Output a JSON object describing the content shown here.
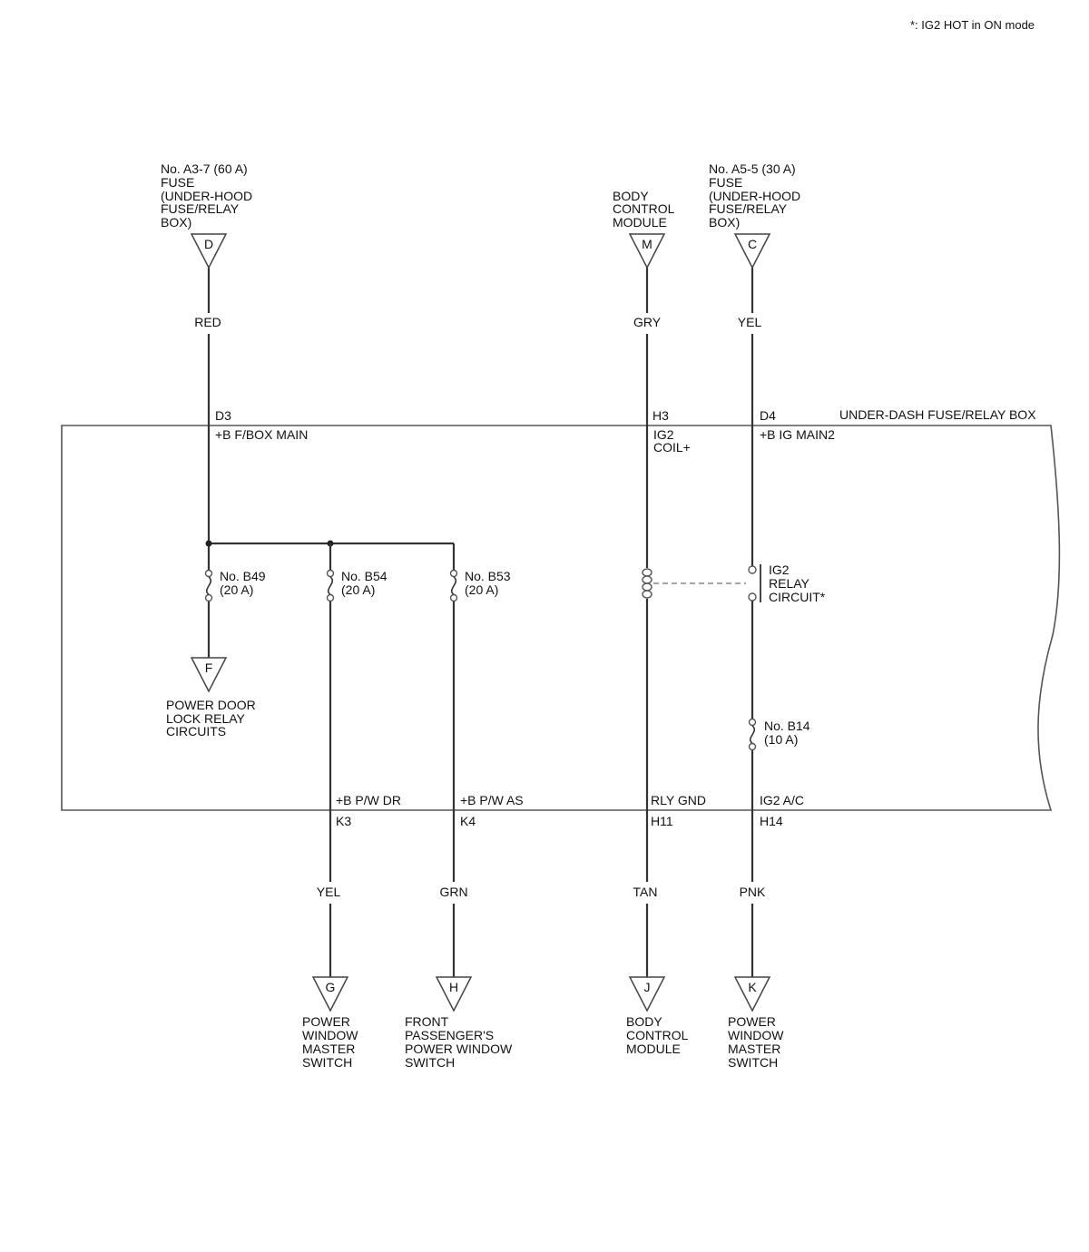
{
  "note": "*: IG2 HOT in ON mode",
  "box_label": "UNDER-DASH FUSE/RELAY BOX",
  "top_sources": [
    {
      "letter": "D",
      "lines": [
        "No. A3-7 (60 A)",
        "FUSE",
        "(UNDER-HOOD",
        "FUSE/RELAY",
        "BOX)"
      ],
      "wire_color": "RED",
      "pin": "D3",
      "terminal": [
        "+B F/BOX MAIN"
      ]
    },
    {
      "letter": "M",
      "lines": [
        "BODY",
        "CONTROL",
        "MODULE"
      ],
      "wire_color": "GRY",
      "pin": "H3",
      "terminal": [
        "IG2",
        "COIL+"
      ]
    },
    {
      "letter": "C",
      "lines": [
        "No. A5-5 (30 A)",
        "FUSE",
        "(UNDER-HOOD",
        "FUSE/RELAY",
        "BOX)"
      ],
      "wire_color": "YEL",
      "pin": "D4",
      "terminal": [
        "+B IG MAIN2"
      ]
    }
  ],
  "fuses": [
    {
      "name": "No. B49",
      "rating": "(20 A)"
    },
    {
      "name": "No. B54",
      "rating": "(20 A)"
    },
    {
      "name": "No. B53",
      "rating": "(20 A)"
    },
    {
      "name": "No. B14",
      "rating": "(10 A)"
    }
  ],
  "relay": {
    "lines": [
      "IG2",
      "RELAY",
      "CIRCUIT*"
    ]
  },
  "internal_output": {
    "letter": "F",
    "lines": [
      "POWER DOOR",
      "LOCK RELAY",
      "CIRCUITS"
    ]
  },
  "bottom_outputs": [
    {
      "terminal": "+B P/W DR",
      "pin": "K3",
      "wire_color": "YEL",
      "letter": "G",
      "lines": [
        "POWER",
        "WINDOW",
        "MASTER",
        "SWITCH"
      ]
    },
    {
      "terminal": "+B P/W AS",
      "pin": "K4",
      "wire_color": "GRN",
      "letter": "H",
      "lines": [
        "FRONT",
        "PASSENGER'S",
        "POWER WINDOW",
        "SWITCH"
      ]
    },
    {
      "terminal": "RLY GND",
      "pin": "H11",
      "wire_color": "TAN",
      "letter": "J",
      "lines": [
        "BODY",
        "CONTROL",
        "MODULE"
      ]
    },
    {
      "terminal": "IG2 A/C",
      "pin": "H14",
      "wire_color": "PNK",
      "letter": "K",
      "lines": [
        "POWER",
        "WINDOW",
        "MASTER",
        "SWITCH"
      ]
    }
  ]
}
